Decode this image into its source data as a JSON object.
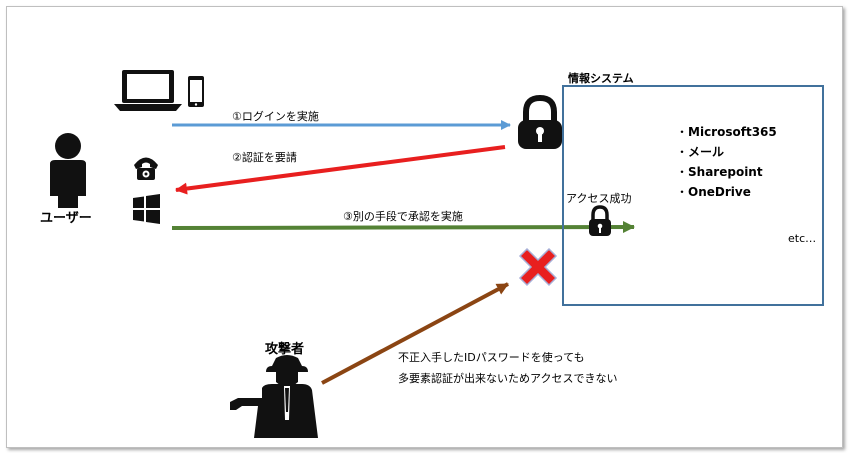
{
  "labels": {
    "user": "ユーザー",
    "attacker": "攻撃者",
    "system_title": "情報システム",
    "step1": "①ログインを実施",
    "step2": "②認証を要請",
    "step3": "③別の手段で承認を実施",
    "access_success": "アクセス成功",
    "etc": "etc…",
    "attacker_note_line1": "不正入手したIDパスワードを使っても",
    "attacker_note_line2": "多要素認証が出来ないためアクセスできない"
  },
  "services": [
    "Microsoft365",
    "メール",
    "Sharepoint",
    "OneDrive"
  ],
  "colors": {
    "login_arrow": "#5b9bd5",
    "request_arrow": "#e81f1f",
    "approve_arrow": "#548235",
    "attack_arrow": "#8b4513",
    "system_border": "#41719c",
    "blocked_x": "#e81f1f"
  },
  "icons": [
    "laptop-icon",
    "smartphone-icon",
    "phone-icon",
    "windows-icon",
    "user-icon",
    "lock-icon",
    "attacker-icon",
    "blocked-icon"
  ]
}
